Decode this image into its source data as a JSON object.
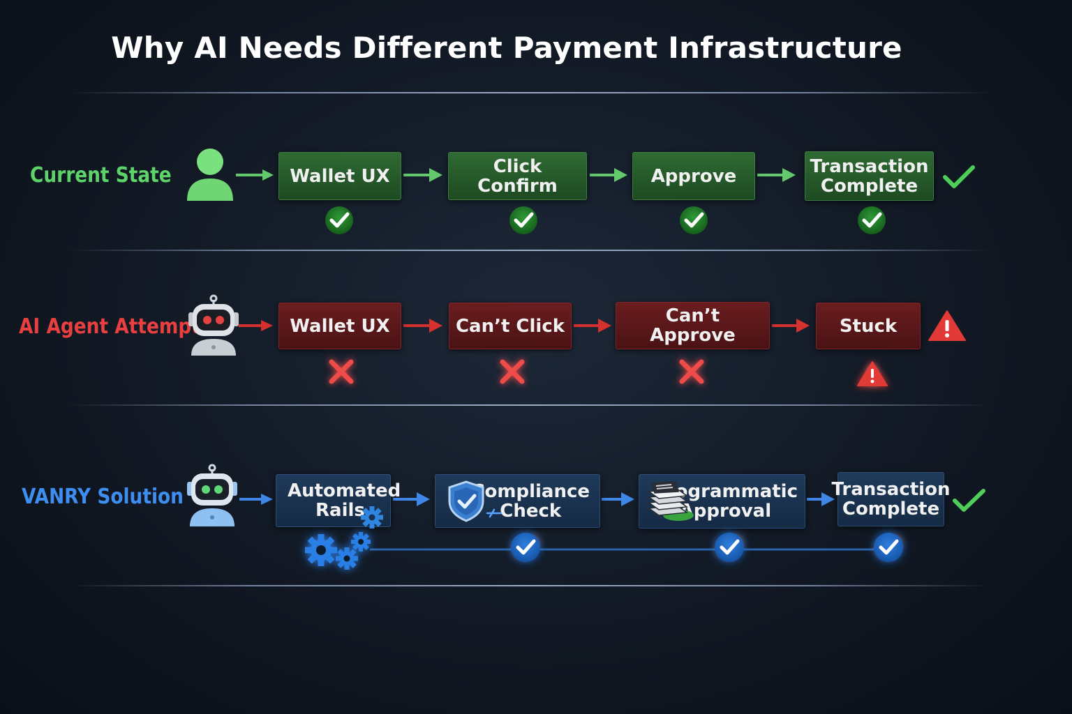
{
  "title": "Why AI Needs Different Payment Infrastructure",
  "colors": {
    "current": "#5ed36a",
    "ai": "#e84040",
    "vanry": "#3d8ef0"
  },
  "rows": {
    "current": {
      "label": "Current State",
      "icon": "person-icon",
      "steps": [
        {
          "lines": [
            "Wallet UX"
          ],
          "status": "check-icon"
        },
        {
          "lines": [
            "Click Confirm"
          ],
          "status": "check-icon"
        },
        {
          "lines": [
            "Approve"
          ],
          "status": "check-icon"
        },
        {
          "lines": [
            "Transaction",
            "Complete"
          ],
          "status": "check-icon"
        }
      ],
      "end_icon": "checkmark-icon"
    },
    "ai": {
      "label": "AI Agent Attempts",
      "icon": "robot-icon",
      "steps": [
        {
          "lines": [
            "Wallet UX"
          ],
          "status": "x-icon"
        },
        {
          "lines": [
            "Can’t Click"
          ],
          "status": "x-icon"
        },
        {
          "lines": [
            "Can’t Approve"
          ],
          "status": "x-icon"
        },
        {
          "lines": [
            "Stuck"
          ],
          "status": "warning-icon"
        }
      ],
      "end_icon": "warning-icon"
    },
    "vanry": {
      "label": "VANRY Solution",
      "icon": "robot-icon",
      "steps": [
        {
          "lines": [
            "Automated",
            "Rails"
          ],
          "status": "gears-icon",
          "inner_icon": "gear-icon"
        },
        {
          "lines": [
            "Compliance",
            "Check"
          ],
          "status": "check-icon",
          "inner_icon": "shield-icon"
        },
        {
          "lines": [
            "Programmatic",
            "Approval"
          ],
          "status": "check-icon",
          "inner_icon": "document-stack-icon"
        },
        {
          "lines": [
            "Transaction",
            "Complete"
          ],
          "status": "check-icon"
        }
      ],
      "end_icon": "checkmark-icon"
    }
  }
}
